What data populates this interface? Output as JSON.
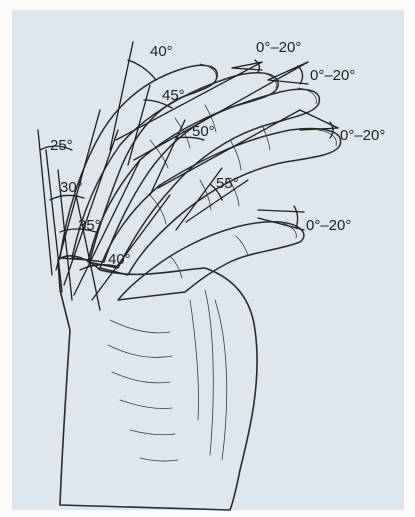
{
  "figure": {
    "angle_labels": {
      "mcp_index": "25°",
      "mcp_middle": "30°",
      "mcp_ring": "35°",
      "mcp_little": "40°",
      "pip_index": "40°",
      "pip_middle": "45°",
      "pip_ring": "50°",
      "pip_little": "55°",
      "dip_index": "0°–20°",
      "dip_middle": "0°–20°",
      "dip_ring": "0°–20°",
      "dip_little": "0°–20°"
    },
    "colors": {
      "background": "#fbfbfb",
      "panel": "#dfe6ec",
      "ink": "#222222"
    }
  }
}
